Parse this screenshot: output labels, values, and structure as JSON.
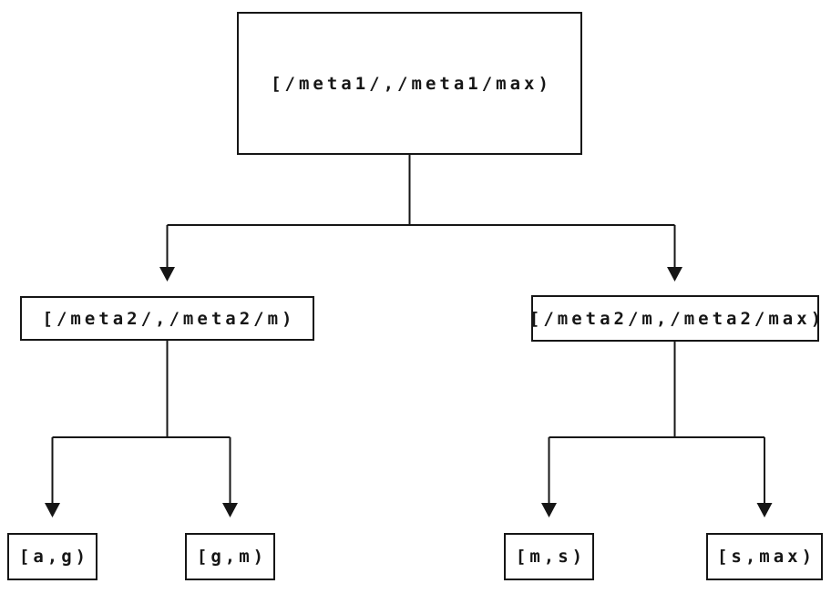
{
  "diagram": {
    "type": "tree",
    "nodes": {
      "root": "[/meta1/,/meta1/max)",
      "left": "[/meta2/,/meta2/m)",
      "right": "[/meta2/m,/meta2/max)",
      "leaf1": "[a,g)",
      "leaf2": "[g,m)",
      "leaf3": "[m,s)",
      "leaf4": "[s,max)"
    },
    "edges": [
      {
        "from": "root",
        "to": "left"
      },
      {
        "from": "root",
        "to": "right"
      },
      {
        "from": "left",
        "to": "leaf1"
      },
      {
        "from": "left",
        "to": "leaf2"
      },
      {
        "from": "right",
        "to": "leaf3"
      },
      {
        "from": "right",
        "to": "leaf4"
      }
    ],
    "colors": {
      "line": "#161616",
      "text": "#161616",
      "background": "#ffffff"
    }
  }
}
